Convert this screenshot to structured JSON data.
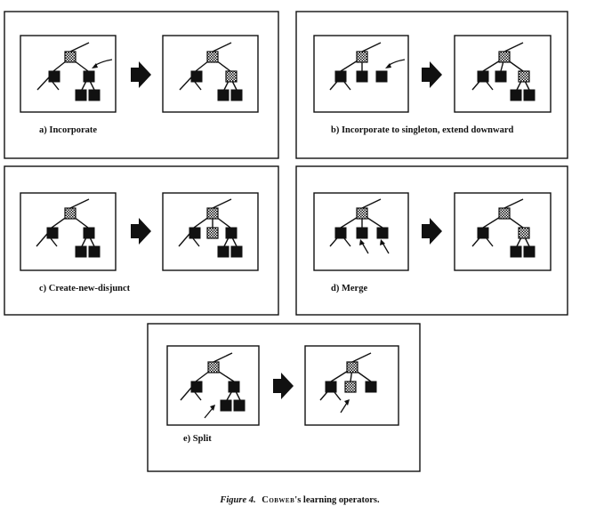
{
  "panels": [
    {
      "id": "a",
      "label": "a) Incorporate"
    },
    {
      "id": "b",
      "label": "b) Incorporate to singleton, extend downward"
    },
    {
      "id": "c",
      "label": "c) Create-new-disjunct"
    },
    {
      "id": "d",
      "label": "d) Merge"
    },
    {
      "id": "e",
      "label": "e) Split"
    }
  ],
  "caption": {
    "figure_label": "Figure 4.",
    "system_name": "Cobweb",
    "rest": "'s learning operators."
  }
}
